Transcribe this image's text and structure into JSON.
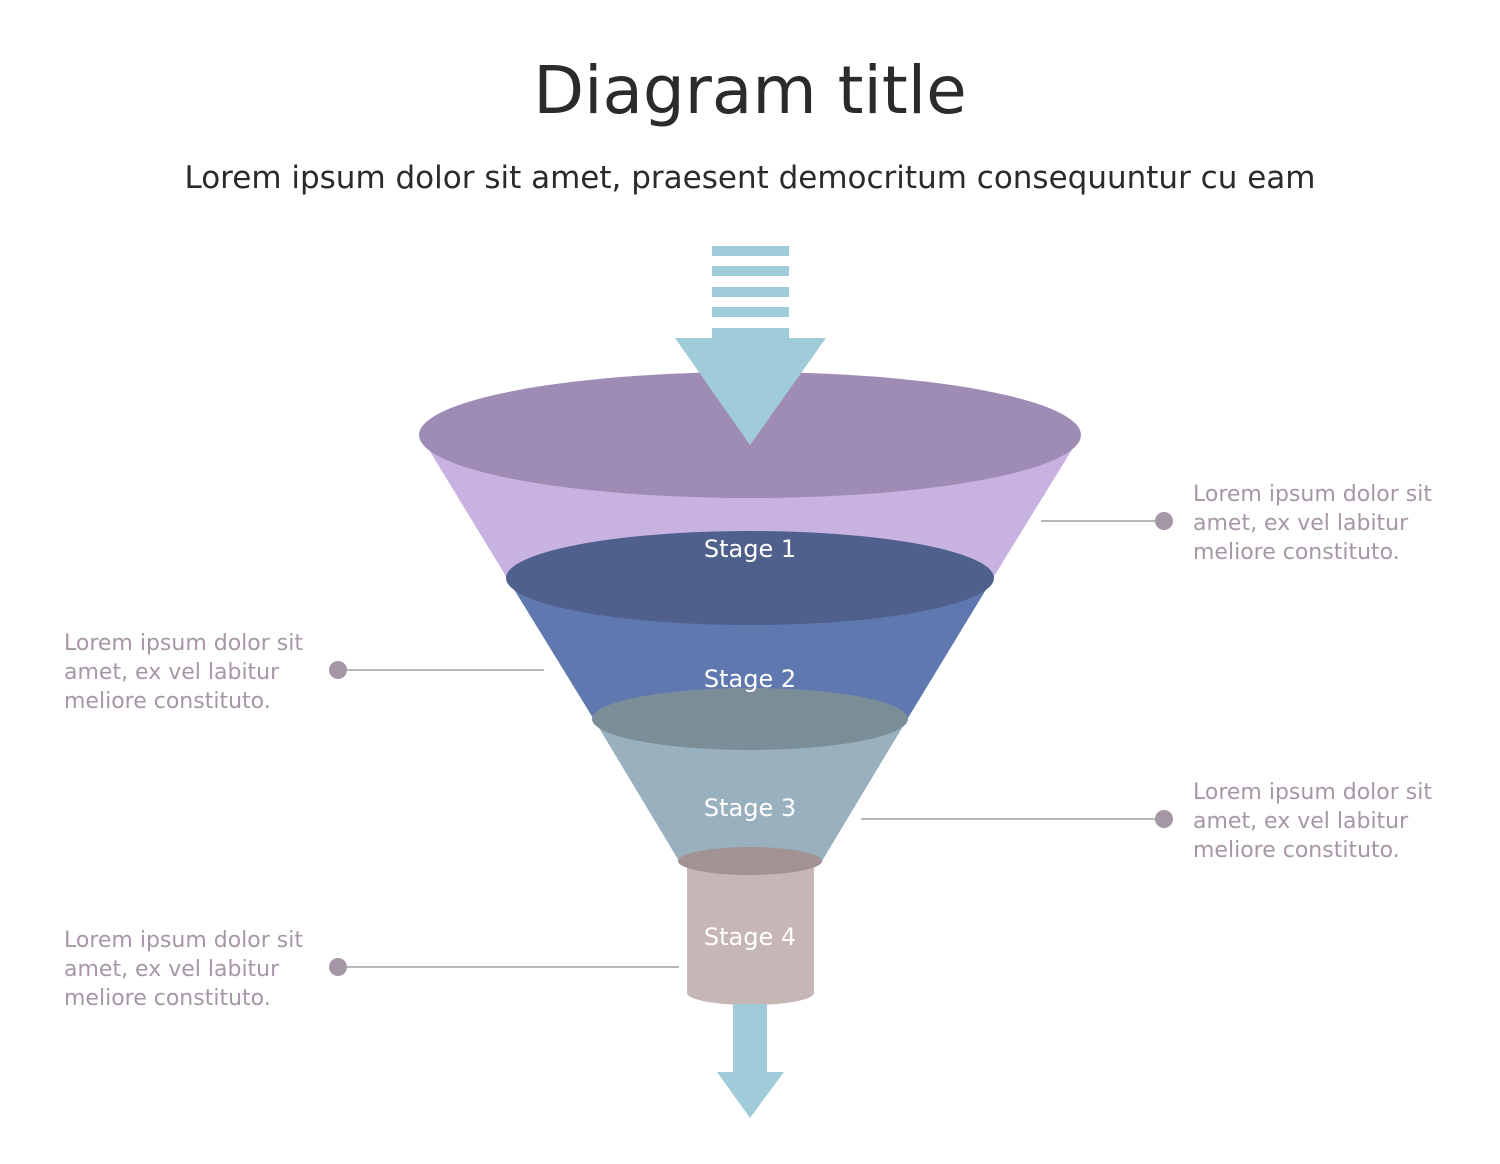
{
  "title": "Diagram title",
  "subtitle": "Lorem ipsum dolor sit amet, praesent democritum consequuntur cu eam",
  "stages": [
    {
      "label": "Stage 1",
      "color": "#4e608b"
    },
    {
      "label": "Stage 2",
      "color": "#5f79b0"
    },
    {
      "label": "Stage 3",
      "color": "#99b1bf"
    },
    {
      "label": "Stage 4",
      "color": "#c6b6b6"
    }
  ],
  "notes": [
    {
      "text": "Lorem ipsum dolor sit amet, ex vel labitur meliore constituto.",
      "side": "right",
      "stage": "Stage 1"
    },
    {
      "text": "Lorem ipsum dolor sit amet, ex vel labitur meliore constituto.",
      "side": "left",
      "stage": "Stage 2"
    },
    {
      "text": "Lorem ipsum dolor sit amet, ex vel labitur meliore constituto.",
      "side": "right",
      "stage": "Stage 3"
    },
    {
      "text": "Lorem ipsum dolor sit amet, ex vel labitur meliore constituto.",
      "side": "left",
      "stage": "Stage 4"
    }
  ],
  "colors": {
    "funnel_top": "#9f8cb4",
    "funnel_top_body": "#c8b2e2",
    "arrow": "#a0ccd9",
    "connector_dot": "#a597a6",
    "connector_line": "#a59ba6",
    "note_text": "#a597a6"
  }
}
